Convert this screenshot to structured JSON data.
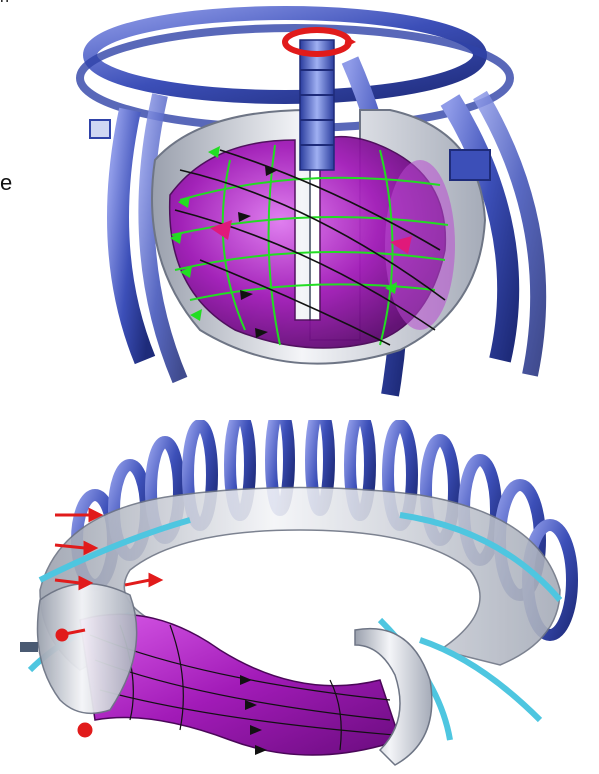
{
  "text_fragments": {
    "top_left": "n",
    "middle_left": "e"
  },
  "figures": [
    {
      "id": "tokamak",
      "kind": "illustration"
    },
    {
      "id": "stellarator",
      "kind": "illustration"
    }
  ],
  "colors": {
    "coil_blue": "#3c4fb8",
    "coil_light": "#8f9be8",
    "plasma_purple": "#a21bb8",
    "field_green": "#22dd22",
    "arrow_red": "#e11b1b",
    "arrow_black": "#111111",
    "steel": "#d9dce3",
    "twisted_cyan": "#4ec6e0"
  }
}
